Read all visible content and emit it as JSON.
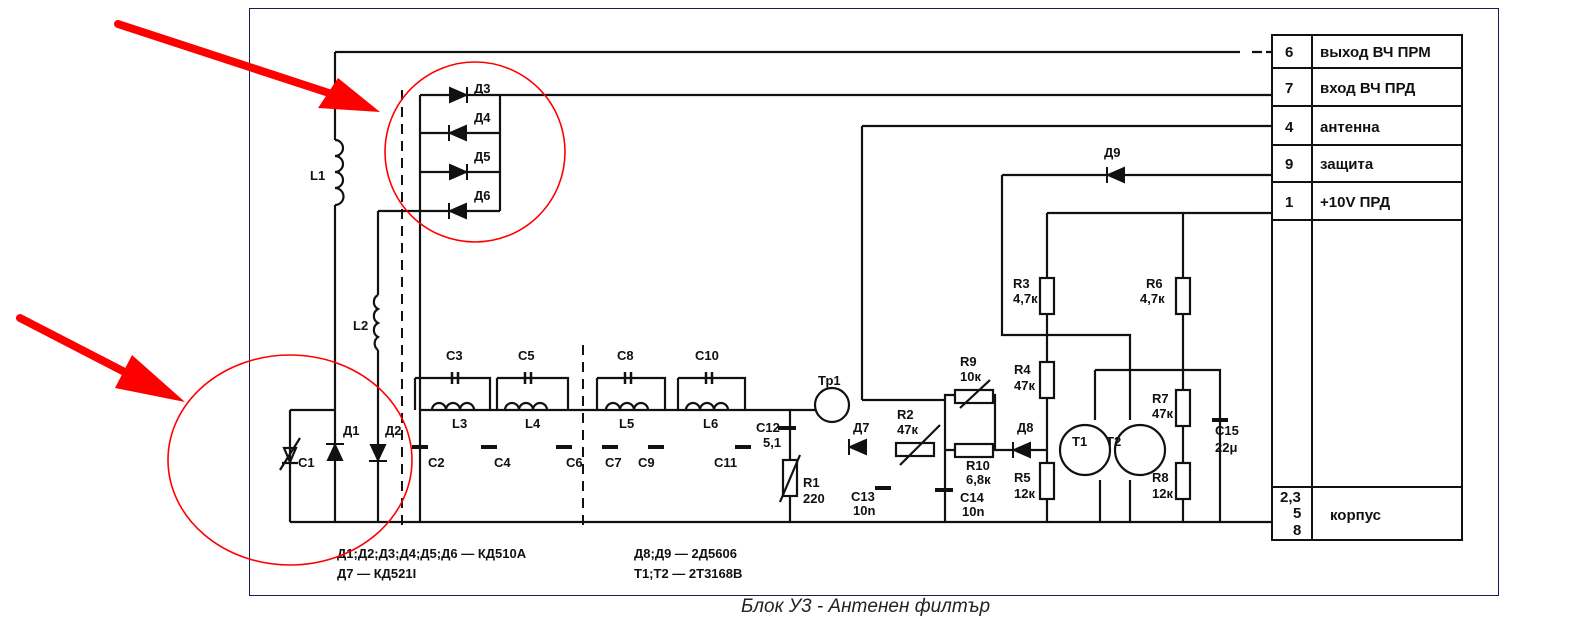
{
  "caption": "Блок У3 - Антенен филтър",
  "terminals": [
    {
      "pin": "6",
      "name": "выход ВЧ ПРМ"
    },
    {
      "pin": "7",
      "name": "вход  ВЧ ПРД"
    },
    {
      "pin": "4",
      "name": "антенна"
    },
    {
      "pin": "9",
      "name": "защита"
    },
    {
      "pin": "1",
      "name": "+10V ПРД"
    },
    {
      "pin": "2,3\n5\n8",
      "pin_lines": [
        "2,3",
        "5",
        "8"
      ],
      "name": "корпус"
    }
  ],
  "components": {
    "L1": "L1",
    "L2": "L2",
    "C1": "C1",
    "D1": "Д1",
    "D2": "Д2",
    "C2": "C2",
    "D3": "Д3",
    "D4": "Д4",
    "D5": "Д5",
    "D6": "Д6",
    "C3": "C3",
    "C5": "C5",
    "L3": "L3",
    "L4": "L4",
    "C4": "C4",
    "C6": "C6",
    "C8": "C8",
    "C10": "C10",
    "L5": "L5",
    "L6": "L6",
    "C7": "C7",
    "C9": "C9",
    "C11": "C11",
    "C12": "C12",
    "C12v": "5,1",
    "R1": "R1",
    "R1v": "220",
    "Tp1": "Тр1",
    "D7": "Д7",
    "R2": "R2",
    "R2v": "47к",
    "C13": "C13",
    "C13v": "10n",
    "R9": "R9",
    "R9v": "10к",
    "R10": "R10",
    "R10v": "6,8к",
    "C14": "C14",
    "C14v": "10n",
    "D8": "Д8",
    "R4": "R4",
    "R4v": "47к",
    "R5": "R5",
    "R5v": "12к",
    "R3": "R3",
    "R3v": "4,7к",
    "R6": "R6",
    "R6v": "4,7к",
    "T1": "T1",
    "T2": "T2",
    "R7": "R7",
    "R7v": "47к",
    "R8": "R8",
    "R8v": "12к",
    "C15": "C15",
    "C15v": "22μ",
    "D9": "Д9"
  },
  "notes": {
    "left_1": "Д1;Д2;Д3;Д4;Д5;Д6 — КД510А",
    "left_2": "Д7 — КД521I",
    "right_1": "Д8;Д9 — 2Д5606",
    "right_2": "T1;T2 — 2Т3168В"
  },
  "annotation_color": "#ff0000"
}
